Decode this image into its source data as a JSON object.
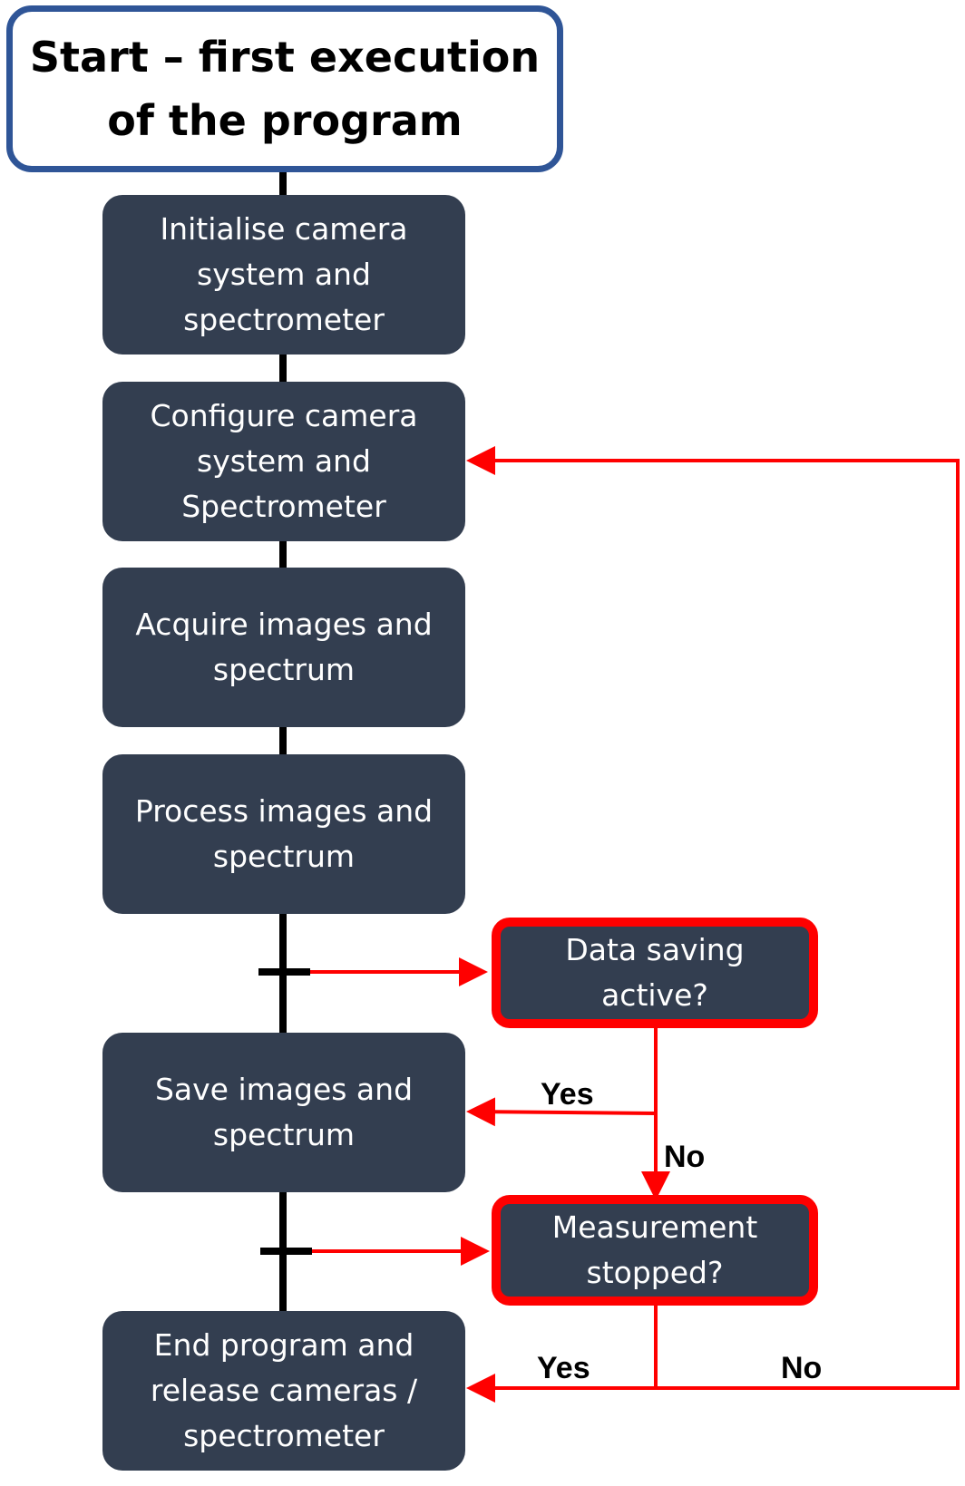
{
  "diagram": {
    "colors": {
      "start_border": "#2f5597",
      "process_fill": "#333e50",
      "decision_border": "#ff0000",
      "main_line": "#000000",
      "loop_line": "#ff0000"
    },
    "start": "Start – first execution\nof the program",
    "steps": {
      "initialise": "Initialise camera\nsystem and\nspectrometer",
      "configure": "Configure camera\nsystem and\nSpectrometer",
      "acquire": "Acquire images and\nspectrum",
      "process": "Process images and\nspectrum",
      "save": "Save images and\nspectrum",
      "end": "End program and\nrelease cameras /\nspectrometer"
    },
    "decisions": {
      "data_saving": "Data saving\nactive?",
      "measurement_stopped": "Measurement\nstopped?"
    },
    "edge_labels": {
      "saving_yes": "Yes",
      "saving_no": "No",
      "stopped_yes": "Yes",
      "stopped_no": "No"
    }
  }
}
